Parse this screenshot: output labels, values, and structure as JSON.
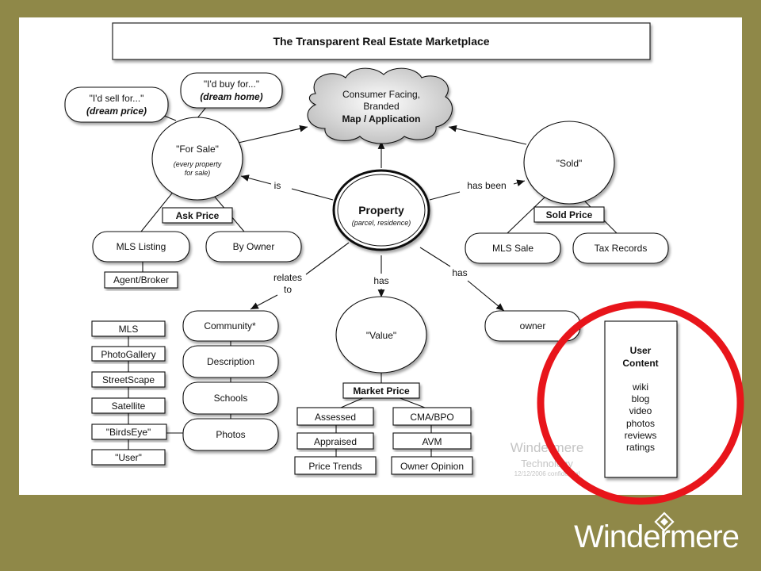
{
  "title": "The Transparent Real Estate Marketplace",
  "cloud": {
    "line1": "Consumer Facing,",
    "line2": "Branded",
    "line3": "Map / Application"
  },
  "property": {
    "title": "Property",
    "subtitle": "(parcel, residence)"
  },
  "for_sale": {
    "title": "\"For Sale\"",
    "sub1": "(every property",
    "sub2": "for sale)"
  },
  "sold": {
    "title": "\"Sold\""
  },
  "value": {
    "title": "\"Value\""
  },
  "sell_bubble": {
    "line1": "\"I'd sell for...\"",
    "line2": "(dream price)"
  },
  "buy_bubble": {
    "line1": "\"I'd buy for...\"",
    "line2": "(dream home)"
  },
  "edges": {
    "is": "is",
    "has_been": "has been",
    "relates_to_1": "relates",
    "relates_to_2": "to",
    "has_value": "has",
    "has_owner": "has"
  },
  "ask_price": "Ask Price",
  "sold_price": "Sold Price",
  "market_price": "Market Price",
  "mls_listing": "MLS Listing",
  "by_owner": "By Owner",
  "agent_broker": "Agent/Broker",
  "mls_sale": "MLS Sale",
  "tax_records": "Tax Records",
  "owner": "owner",
  "community_items": [
    "Community*",
    "Description",
    "Schools",
    "Photos"
  ],
  "photo_sources": [
    "MLS",
    "PhotoGallery",
    "StreetScape",
    "Satellite",
    "\"BirdsEye\"",
    "\"User\""
  ],
  "value_left": [
    "Assessed",
    "Appraised",
    "Price Trends"
  ],
  "value_right": [
    "CMA/BPO",
    "AVM",
    "Owner Opinion"
  ],
  "user_content": {
    "title1": "User",
    "title2": "Content",
    "items": [
      "wiki",
      "blog",
      "video",
      "photos",
      "reviews",
      "ratings"
    ]
  },
  "watermark": {
    "line1": "Windermere",
    "line2": "Technology",
    "line3": "12/12/2006 confidential"
  },
  "logo": "Windermere",
  "colors": {
    "background": "#8f8848",
    "highlight": "#e8151b",
    "panel": "#ffffff"
  }
}
